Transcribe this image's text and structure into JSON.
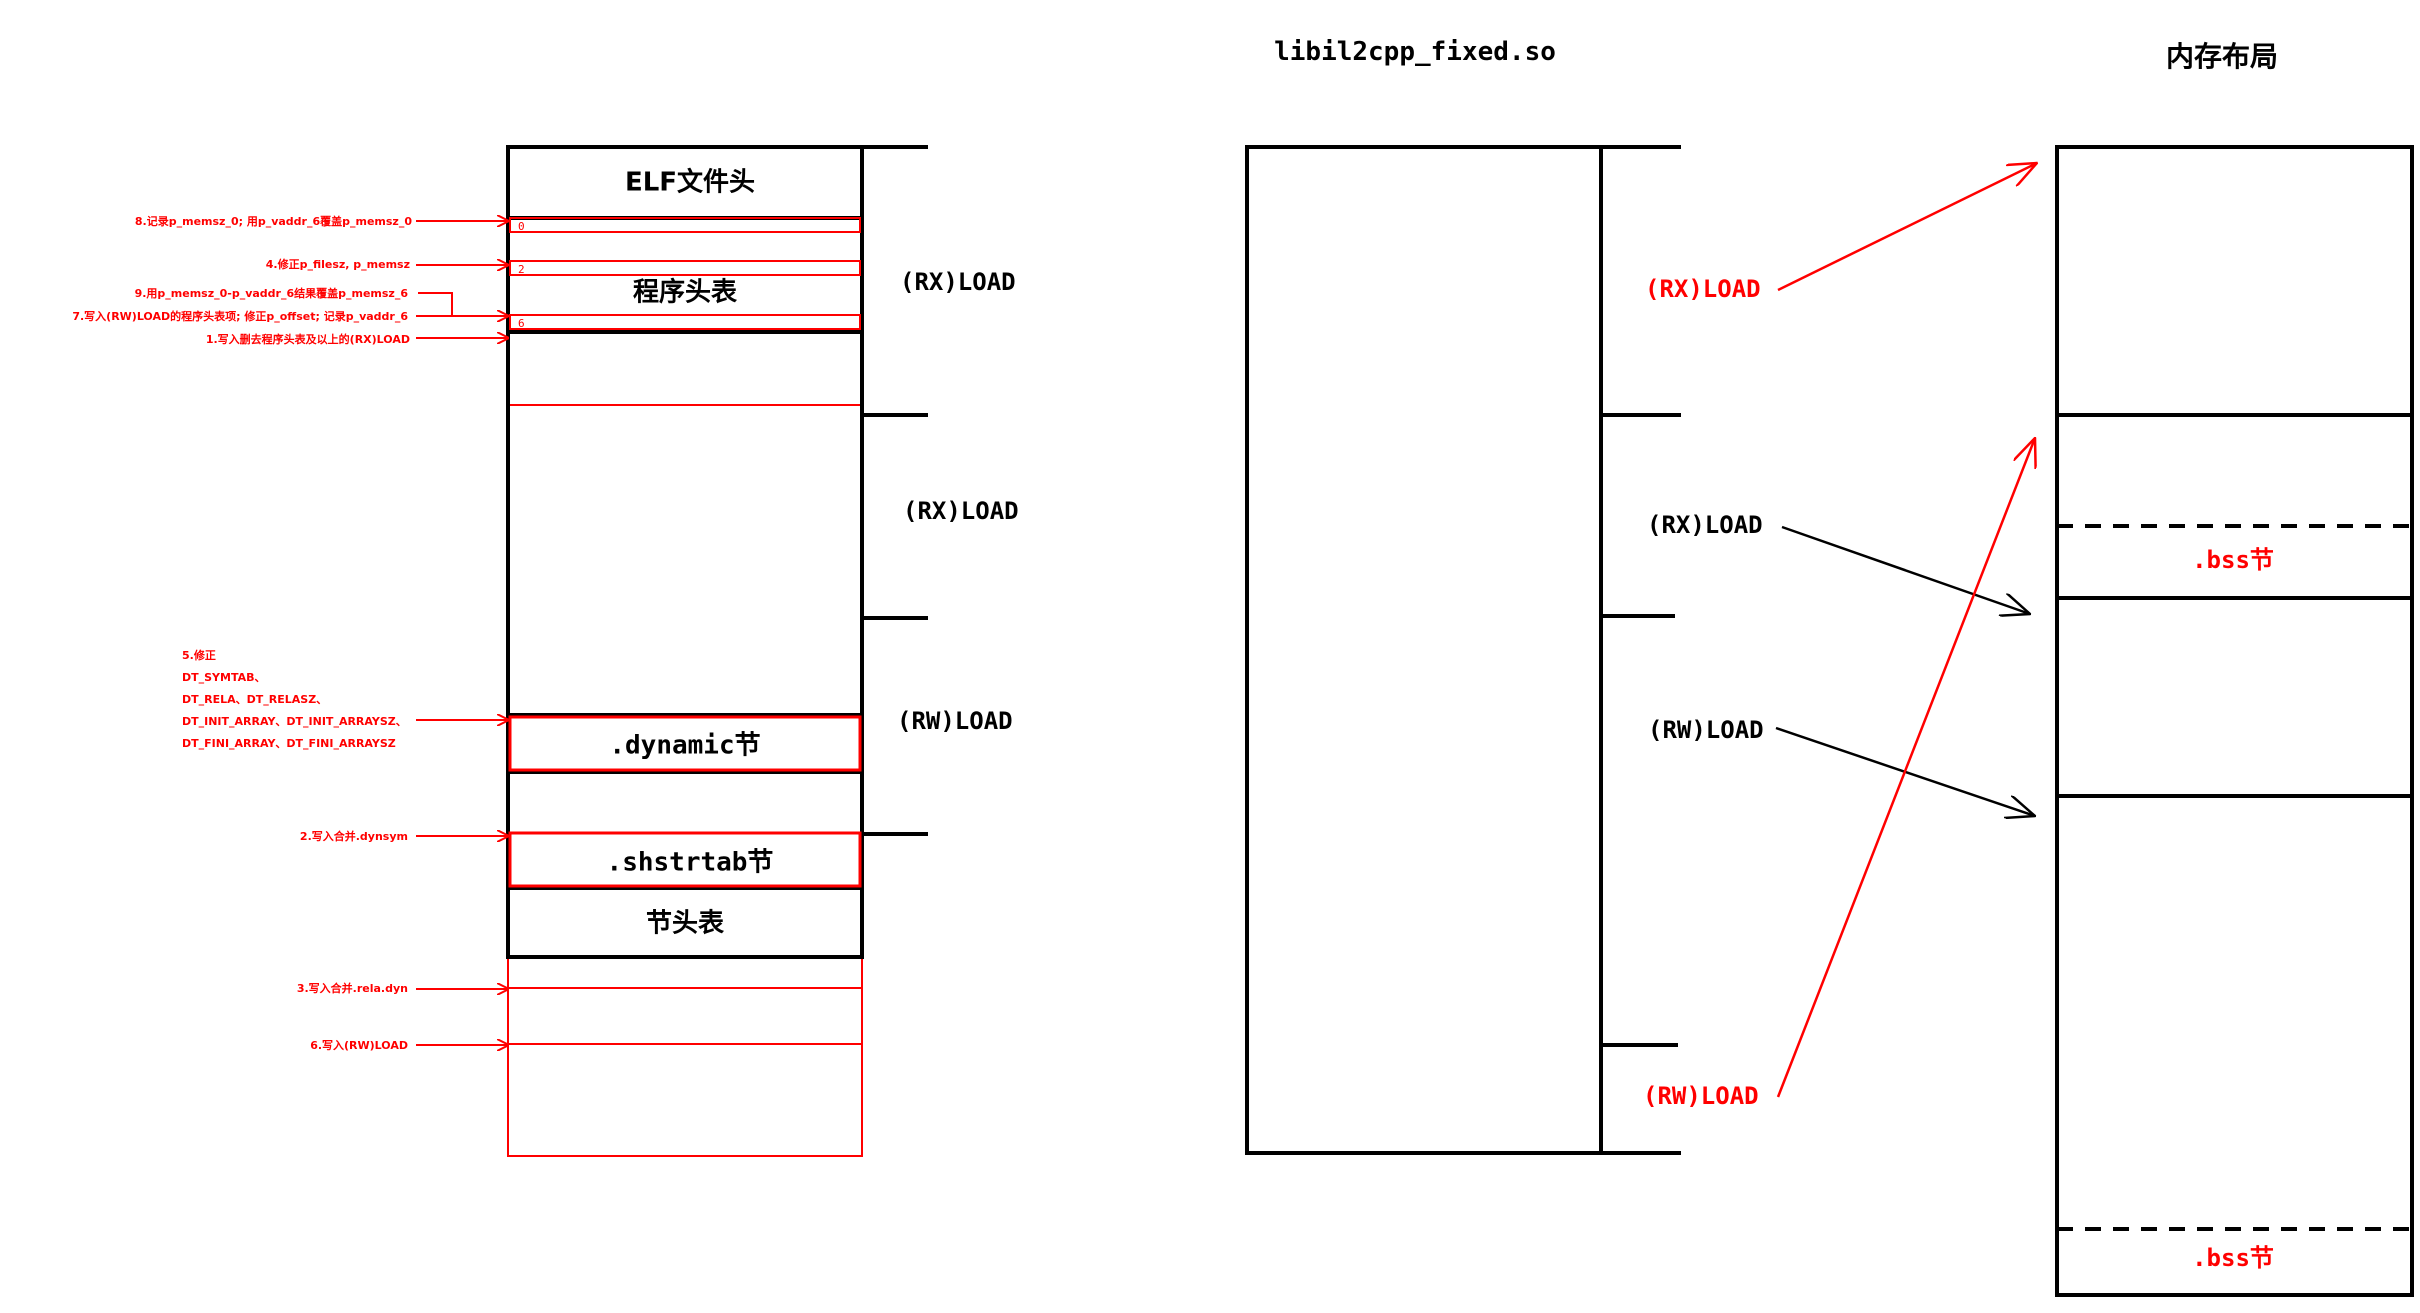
{
  "left_diagram": {
    "blocks": {
      "elf_header": "ELF文件头",
      "program_header_table": "程序头表",
      "dynamic_section": ".dynamic节",
      "shstrtab_section": ".shstrtab节",
      "section_header_table": "节头表"
    },
    "segments": {
      "rx_load_1": "(RX)LOAD",
      "rx_load_2": "(RX)LOAD",
      "rw_load": "(RW)LOAD"
    },
    "small_labels": {
      "idx_0": "0",
      "idx_2": "2",
      "idx_6": "6"
    },
    "annotations": {
      "step8": "8.记录p_memsz_0; 用p_vaddr_6覆盖p_memsz_0",
      "step4": "4.修正p_filesz, p_memsz",
      "step9": "9.用p_memsz_0-p_vaddr_6结果覆盖p_memsz_6",
      "step7": "7.写入(RW)LOAD的程序头表项; 修正p_offset; 记录p_vaddr_6",
      "step1": "1.写入删去程序头表及以上的(RX)LOAD",
      "step5_title": "5.修正",
      "step5_line1": "DT_SYMTAB、",
      "step5_line2": "DT_RELA、DT_RELASZ、",
      "step5_line3": "DT_INIT_ARRAY、DT_INIT_ARRAYSZ、",
      "step5_line4": "DT_FINI_ARRAY、DT_FINI_ARRAYSZ",
      "step2": "2.写入合并.dynsym",
      "step3": "3.写入合并.rela.dyn",
      "step6": "6.写入(RW)LOAD"
    }
  },
  "middle_diagram": {
    "title": "libil2cpp_fixed.so",
    "segments": {
      "rx_load_1": "(RX)LOAD",
      "rx_load_2": "(RX)LOAD",
      "rw_load_1": "(RW)LOAD",
      "rw_load_2": "(RW)LOAD"
    }
  },
  "right_diagram": {
    "title": "内存布局",
    "bss_1": ".bss节",
    "bss_2": ".bss节"
  },
  "colors": {
    "red": "#ff0000",
    "black": "#000000"
  }
}
